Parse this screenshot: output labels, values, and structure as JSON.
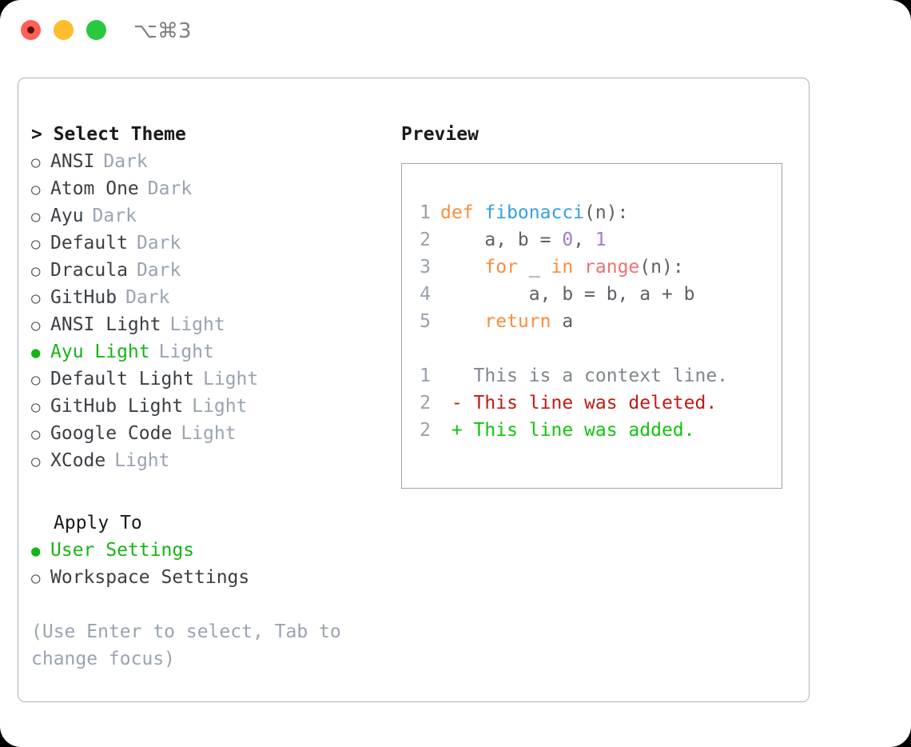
{
  "titlebar": {
    "shortcut": "⌥⌘3",
    "buttons": [
      {
        "name": "close",
        "color": "#ff5f57"
      },
      {
        "name": "minimize",
        "color": "#febc2e"
      },
      {
        "name": "maximize",
        "color": "#28c840"
      }
    ]
  },
  "theme_section": {
    "title": "> Select Theme",
    "items": [
      {
        "marker": "○",
        "label": "ANSI",
        "variant": "Dark",
        "selected": false
      },
      {
        "marker": "○",
        "label": "Atom One",
        "variant": "Dark",
        "selected": false
      },
      {
        "marker": "○",
        "label": "Ayu",
        "variant": "Dark",
        "selected": false
      },
      {
        "marker": "○",
        "label": "Default",
        "variant": "Dark",
        "selected": false
      },
      {
        "marker": "○",
        "label": "Dracula",
        "variant": "Dark",
        "selected": false
      },
      {
        "marker": "○",
        "label": "GitHub",
        "variant": "Dark",
        "selected": false
      },
      {
        "marker": "○",
        "label": "ANSI Light",
        "variant": "Light",
        "selected": false
      },
      {
        "marker": "●",
        "label": "Ayu Light",
        "variant": "Light",
        "selected": true
      },
      {
        "marker": "○",
        "label": "Default Light",
        "variant": "Light",
        "selected": false
      },
      {
        "marker": "○",
        "label": "GitHub Light",
        "variant": "Light",
        "selected": false
      },
      {
        "marker": "○",
        "label": "Google Code",
        "variant": "Light",
        "selected": false
      },
      {
        "marker": "○",
        "label": "XCode",
        "variant": "Light",
        "selected": false
      }
    ]
  },
  "apply_section": {
    "title": "Apply To",
    "items": [
      {
        "marker": "●",
        "label": "User Settings",
        "selected": true
      },
      {
        "marker": "○",
        "label": "Workspace Settings",
        "selected": false
      }
    ]
  },
  "hint": "(Use Enter to select, Tab to change focus)",
  "preview": {
    "title": "Preview",
    "code_lines": [
      {
        "number": "1",
        "tokens": [
          {
            "text": "def ",
            "type": "keyword"
          },
          {
            "text": "fibonacci",
            "type": "function"
          },
          {
            "text": "(n):",
            "type": "plain"
          }
        ]
      },
      {
        "number": "2",
        "tokens": [
          {
            "text": "    a, b = ",
            "type": "plain"
          },
          {
            "text": "0",
            "type": "number"
          },
          {
            "text": ", ",
            "type": "plain"
          },
          {
            "text": "1",
            "type": "number"
          }
        ]
      },
      {
        "number": "3",
        "tokens": [
          {
            "text": "    ",
            "type": "plain"
          },
          {
            "text": "for",
            "type": "keyword"
          },
          {
            "text": " _ ",
            "type": "plain"
          },
          {
            "text": "in",
            "type": "keyword"
          },
          {
            "text": " ",
            "type": "plain"
          },
          {
            "text": "range",
            "type": "builtin"
          },
          {
            "text": "(n):",
            "type": "plain"
          }
        ]
      },
      {
        "number": "4",
        "tokens": [
          {
            "text": "        a, b = b, a + b",
            "type": "plain"
          }
        ]
      },
      {
        "number": "5",
        "tokens": [
          {
            "text": "    ",
            "type": "plain"
          },
          {
            "text": "return",
            "type": "keyword"
          },
          {
            "text": " a",
            "type": "plain"
          }
        ]
      }
    ],
    "diff_lines": [
      {
        "number": "1",
        "text": "   This is a context line.",
        "type": "context"
      },
      {
        "number": "2",
        "text": " - This line was deleted.",
        "type": "deleted"
      },
      {
        "number": "2",
        "text": " + This line was added.",
        "type": "added"
      }
    ]
  },
  "colors": {
    "keyword": "#fa8d3e",
    "function": "#399ee6",
    "number": "#a37acc",
    "builtin": "#f07171",
    "plain": "#5c6166",
    "line_number": "#98a0ad",
    "diff_context": "#7f8690",
    "diff_deleted": "#c21a13",
    "diff_added": "#11c40f",
    "selected": "#16b416",
    "muted": "#9aa3b2",
    "border": "#aab4c2"
  }
}
